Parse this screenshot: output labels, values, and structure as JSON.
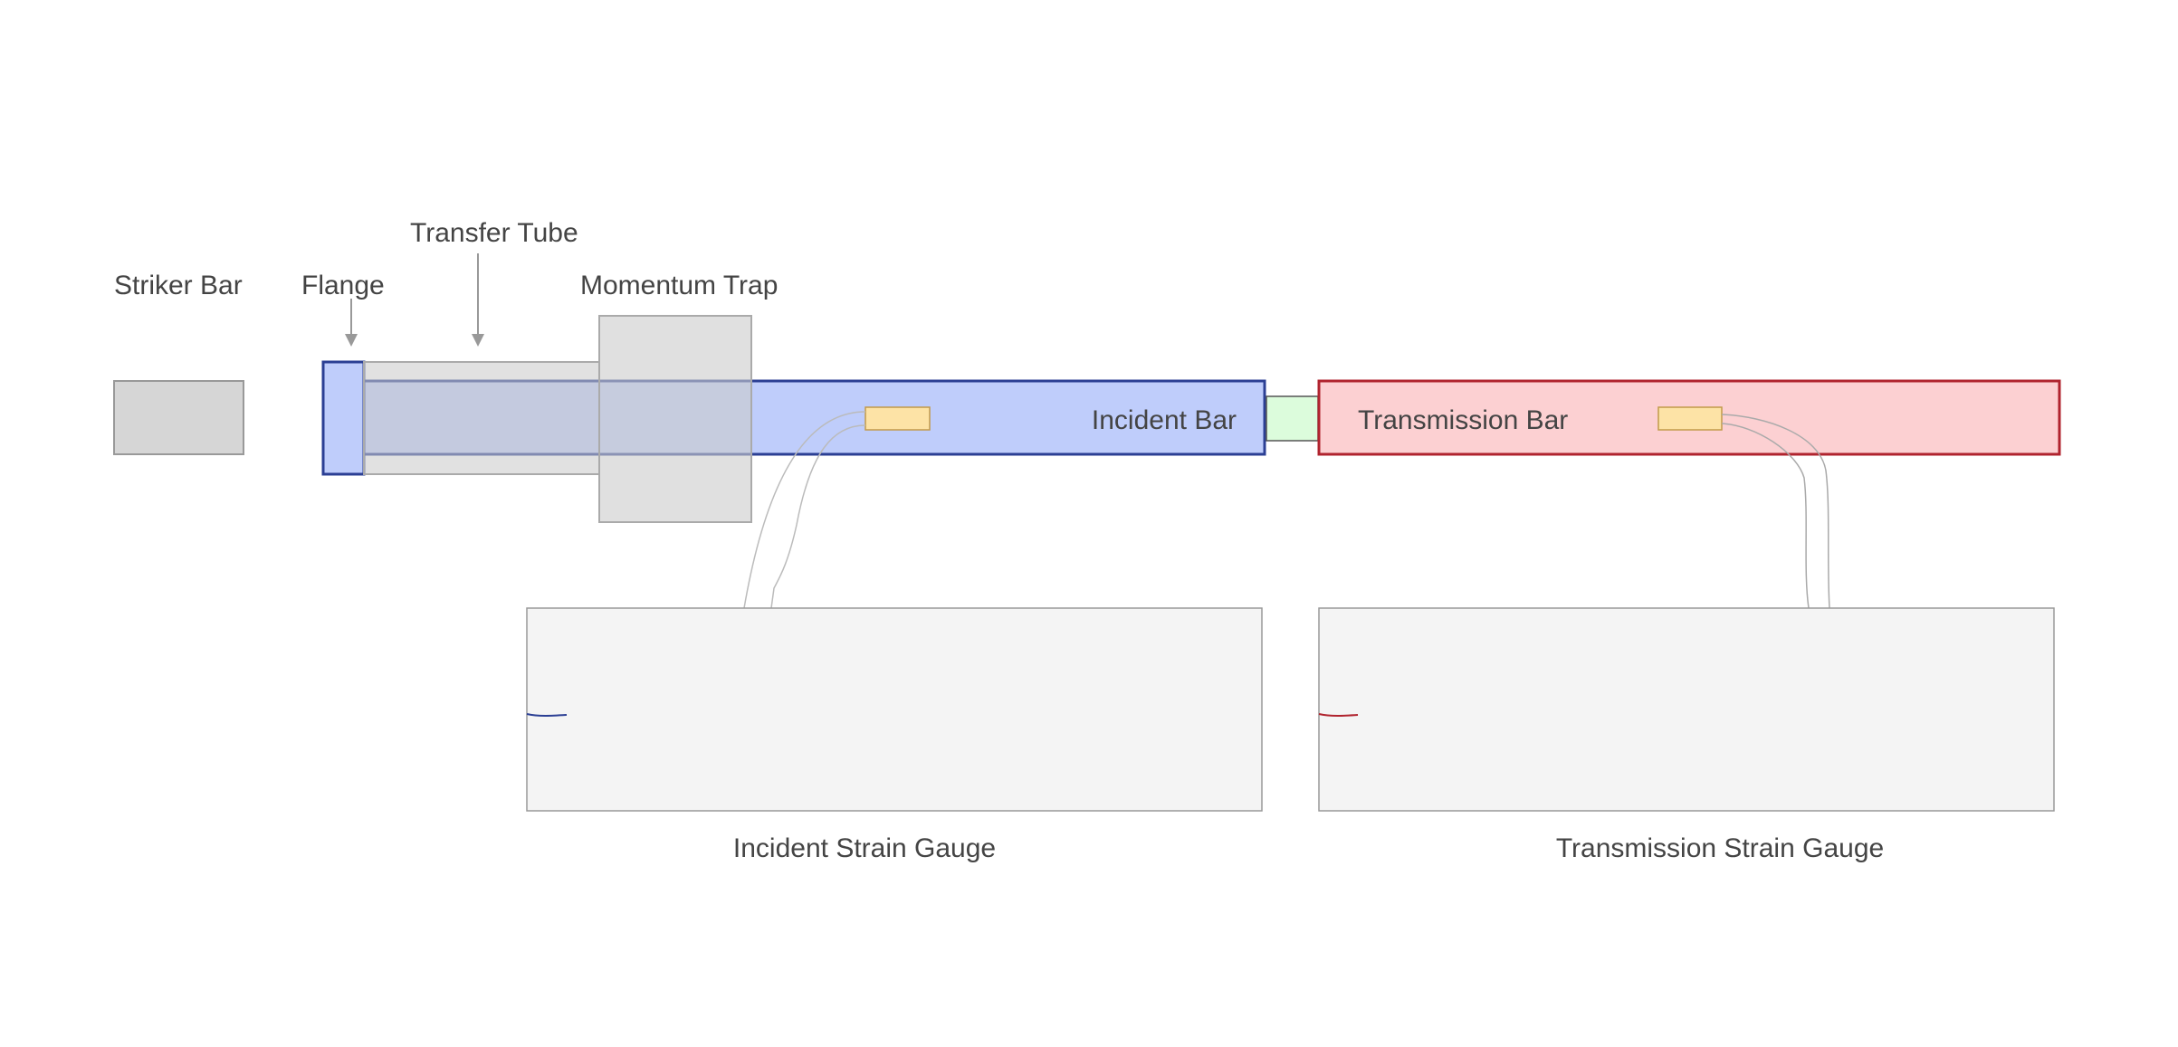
{
  "labels": {
    "striker_bar": "Striker Bar",
    "flange": "Flange",
    "transfer_tube": "Transfer Tube",
    "momentum_trap": "Momentum Trap",
    "incident_bar": "Incident Bar",
    "transmission_bar": "Transmission Bar",
    "incident_strain_gauge": "Incident Strain Gauge",
    "transmission_strain_gauge": "Transmission Strain Gauge"
  },
  "colors": {
    "incident_fill": "#bfcdfb",
    "incident_stroke": "#2b3f94",
    "transmission_fill": "#fcd0d2",
    "transmission_stroke": "#b0232e",
    "specimen_fill": "#dcfcdc",
    "gauge_fill": "#fde3a6",
    "gray_fill": "#d6d6d6",
    "panel_fill": "#f4f4f4"
  }
}
